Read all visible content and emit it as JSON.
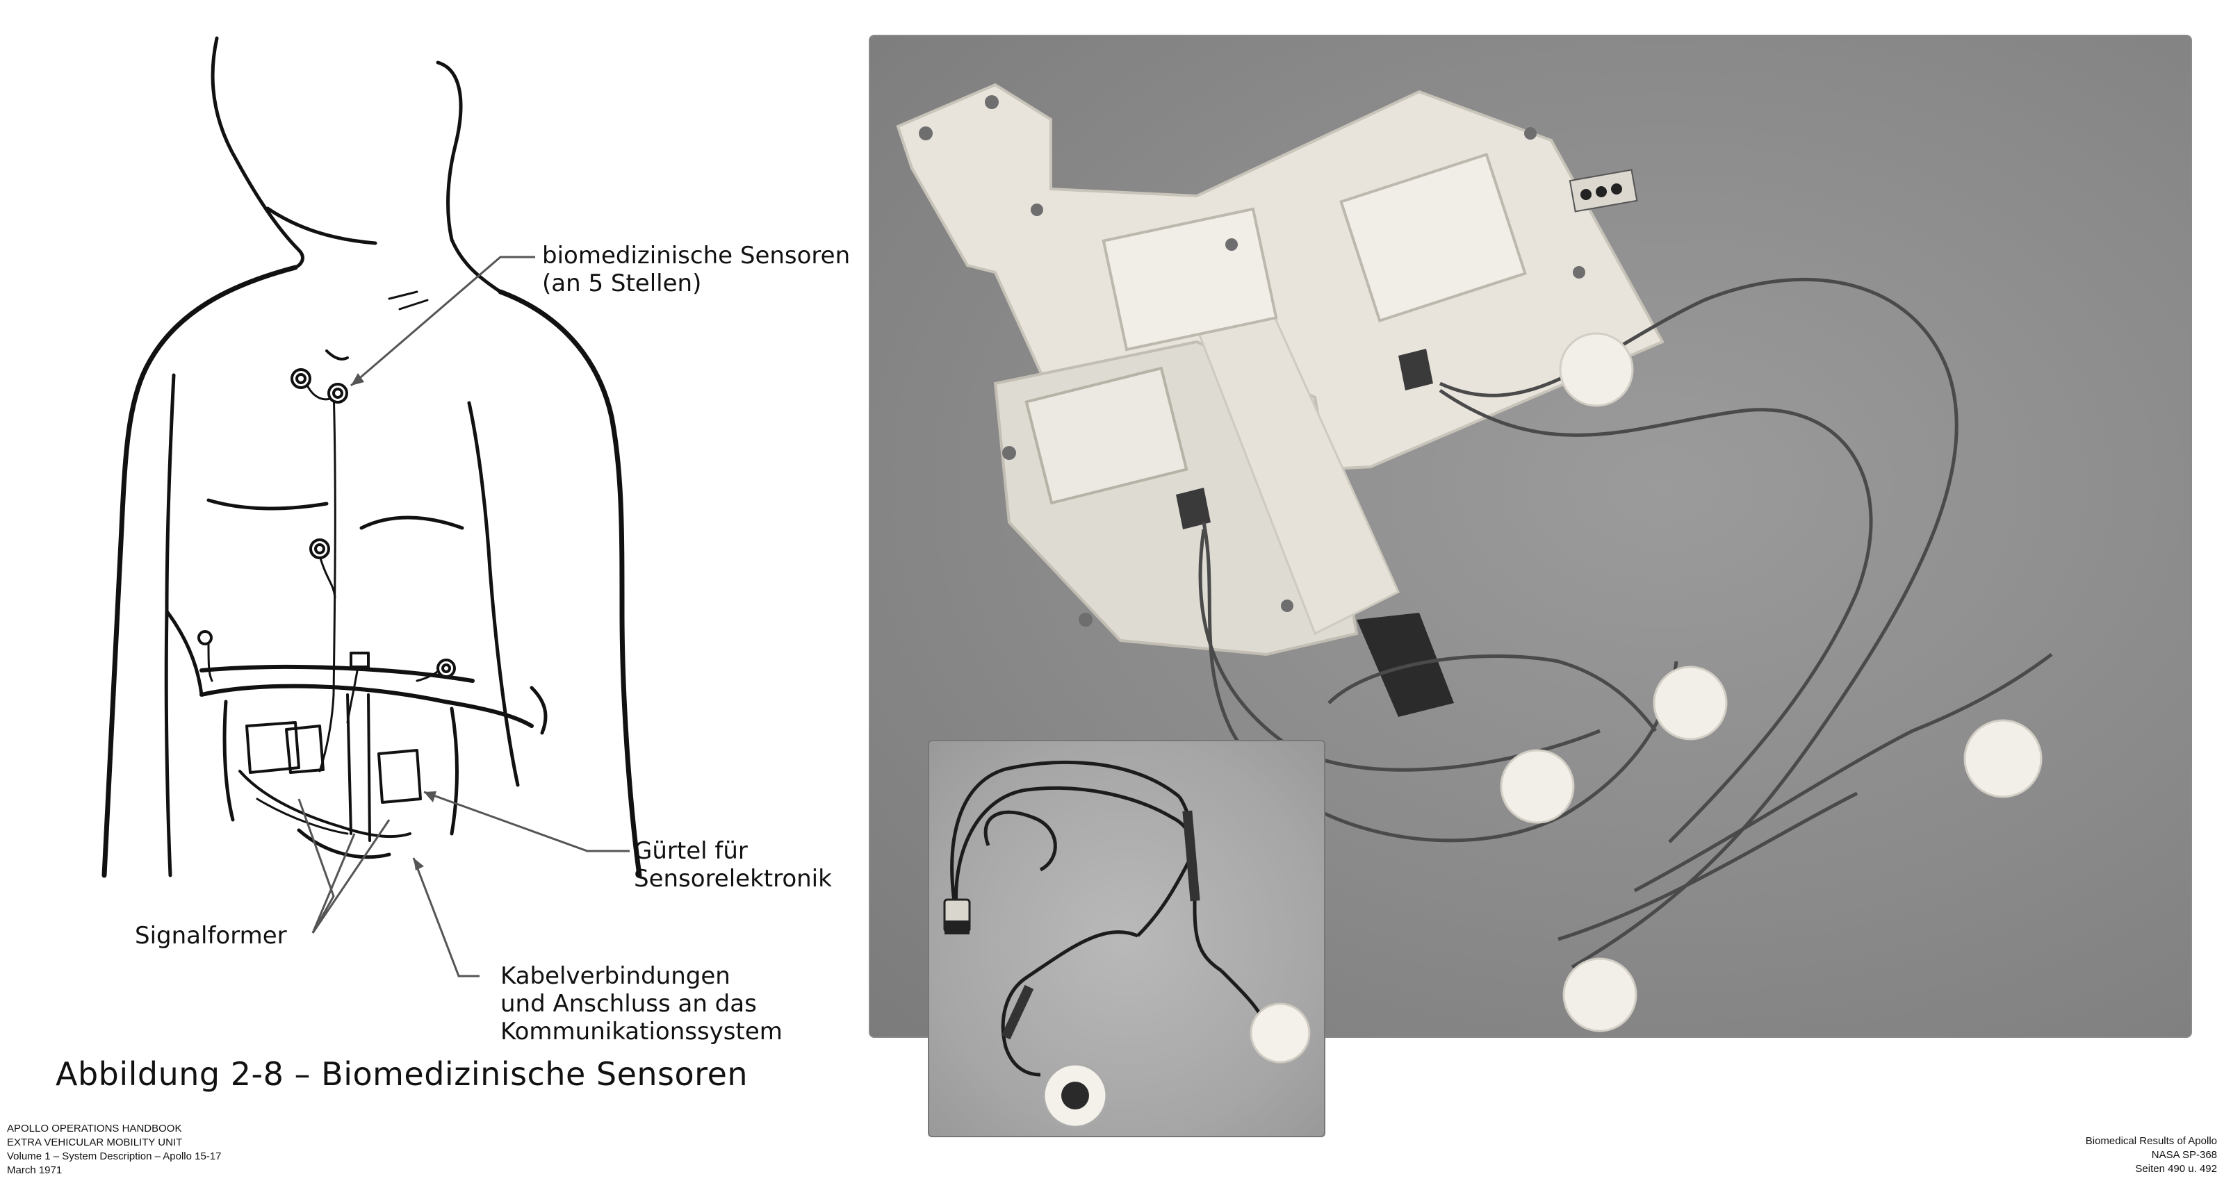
{
  "labels": {
    "sensors": "biomedizinische Sensoren\n(an 5 Stellen)",
    "belt": "Gürtel für\nSensorelektronik",
    "signal": "Signalformer",
    "cables": "Kabelverbindungen\nund Anschluss an das\nKommunikationssystem"
  },
  "caption": "Abbildung 2-8 – Biomedizinische Sensoren",
  "footer_left": [
    "APOLLO OPERATIONS HANDBOOK",
    "EXTRA VEHICULAR MOBILITY UNIT",
    "Volume 1 – System Description – Apollo 15-17",
    "March 1971"
  ],
  "footer_right": [
    "Biomedical Results of Apollo",
    "NASA SP-368",
    "Seiten 490 u. 492"
  ]
}
